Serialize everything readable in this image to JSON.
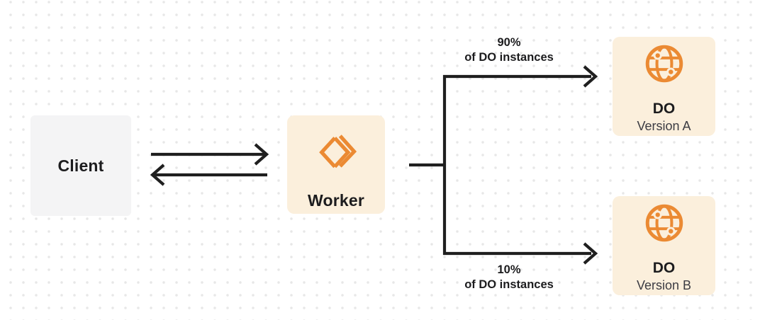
{
  "colors": {
    "background": "#FFFFFF",
    "dot": "#E7E7E7",
    "line": "#1F1F1F",
    "accent_orange": "#EB8A33",
    "box_cream": "#FBEFDC",
    "box_gray": "#F4F4F5",
    "text_primary": "#1C1C1E",
    "text_secondary": "#3C3C43"
  },
  "nodes": {
    "client": {
      "label": "Client"
    },
    "worker": {
      "label": "Worker",
      "icon": "workers-logo-icon"
    },
    "do_version_a": {
      "title": "DO",
      "subtitle": "Version A",
      "icon": "durable-object-globe-icon"
    },
    "do_version_b": {
      "title": "DO",
      "subtitle": "Version B",
      "icon": "durable-object-globe-icon"
    }
  },
  "edges": {
    "client_worker": {
      "style": "double-arrow"
    },
    "top_branch": {
      "percent": "90%",
      "caption": "of DO instances"
    },
    "bottom_branch": {
      "percent": "10%",
      "caption": "of DO instances"
    }
  }
}
